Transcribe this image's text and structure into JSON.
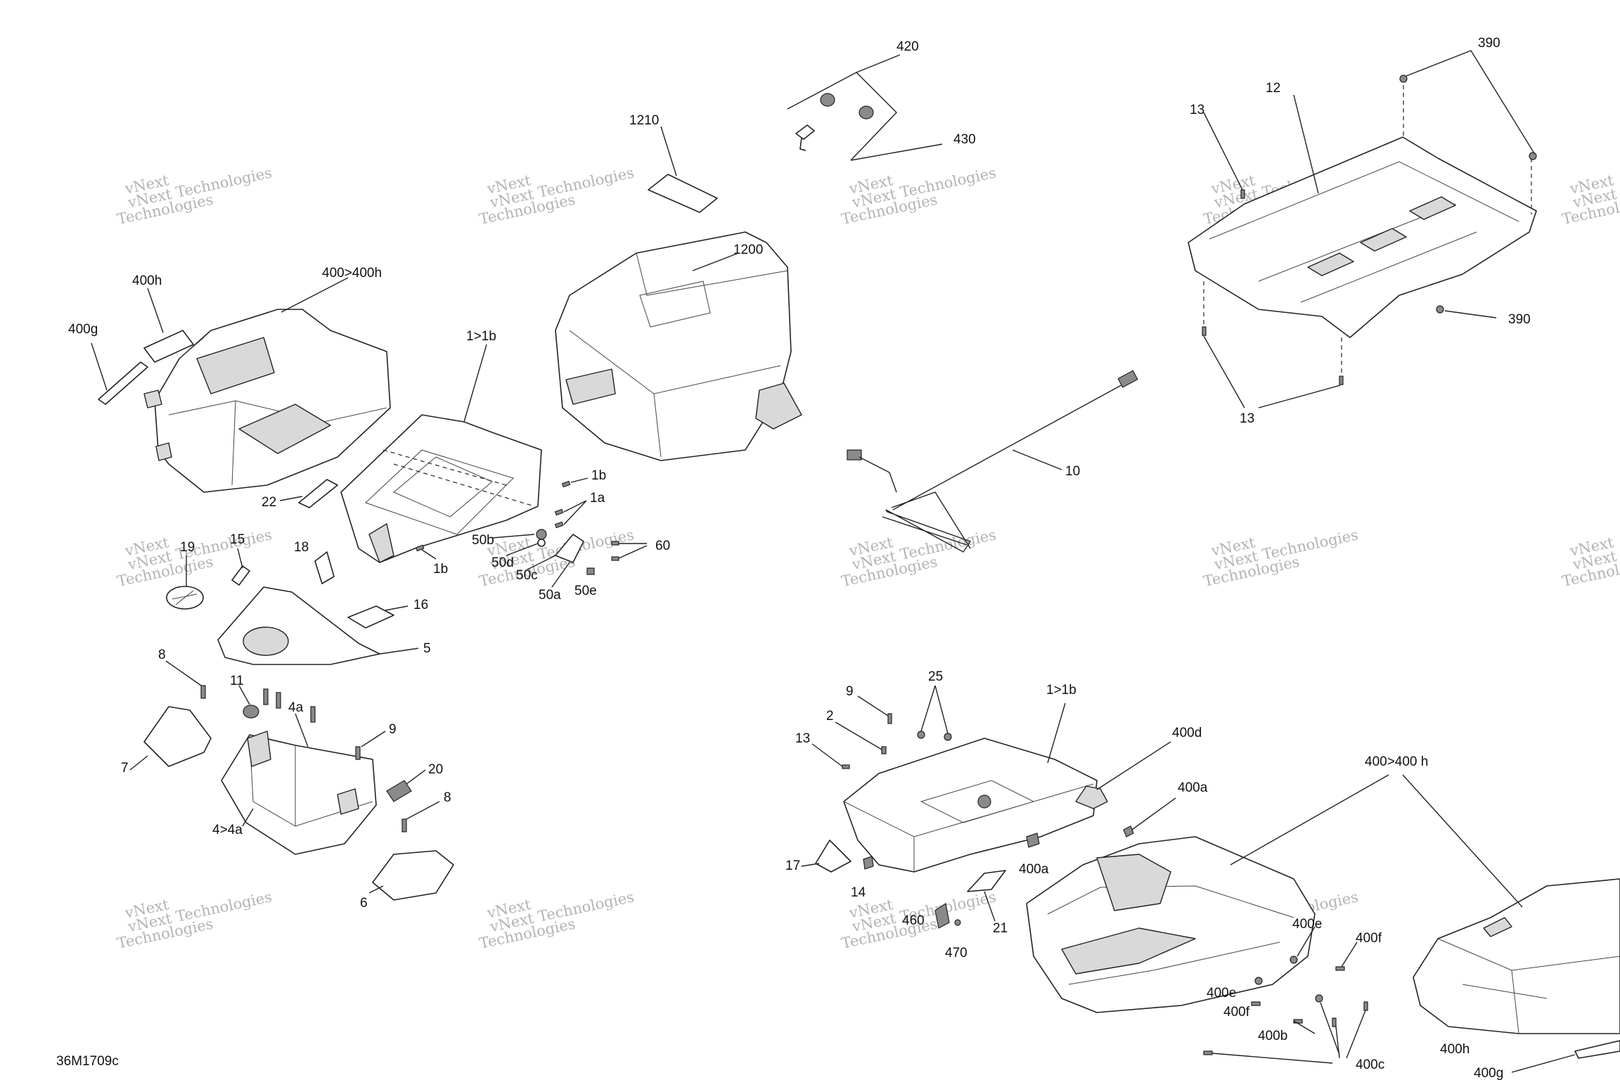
{
  "labels": {
    "l420": "420",
    "l430": "430",
    "l1210": "1210",
    "l1200": "1200",
    "l400h_a": "400h",
    "l400g_a": "400g",
    "l400to400h_a": "400>400h",
    "l1to1b_a": "1>1b",
    "l1b_top": "1b",
    "l1a": "1a",
    "l1b_bottom": "1b",
    "l22": "22",
    "l50b": "50b",
    "l50d": "50d",
    "l50c": "50c",
    "l50a": "50a",
    "l50e": "50e",
    "l60": "60",
    "l19": "19",
    "l15": "15",
    "l18": "18",
    "l16": "16",
    "l5": "5",
    "l8_top": "8",
    "l11": "11",
    "l4a": "4a",
    "l9_left": "9",
    "l7": "7",
    "l20": "20",
    "l8_bottom": "8",
    "l4to4a": "4>4a",
    "l6": "6",
    "l10": "10",
    "l390_top": "390",
    "l12": "12",
    "l13_top": "13",
    "l390_right": "390",
    "l13_bottom": "13",
    "l9_right": "9",
    "l25": "25",
    "l1to1b_b": "1>1b",
    "l2": "2",
    "l13_mid": "13",
    "l400d": "400d",
    "l400a": "400a",
    "l400a_b": "400a",
    "l400to400h_b": "400>400 h",
    "l17": "17",
    "l14": "14",
    "l21": "21",
    "l460": "460",
    "l470": "470",
    "l400e_a": "400e",
    "l400f_a": "400f",
    "l400e_b": "400e",
    "l400f_b": "400f",
    "l400b": "400b",
    "l400c": "400c",
    "l400h_b": "400h",
    "l400g_b": "400g"
  },
  "reference_code": "36M1709c",
  "watermark": {
    "line1": "vNext Technologies",
    "line2": "Technologies",
    "tag": "vNext"
  }
}
